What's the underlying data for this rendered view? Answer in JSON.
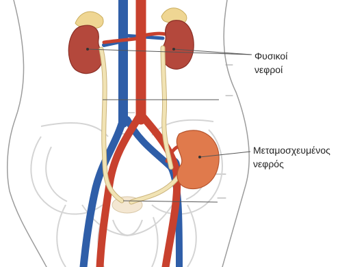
{
  "labels": {
    "native_kidneys": [
      "Φυσικοί",
      "νεφροί"
    ],
    "transplanted_kidney": [
      "Μεταμοσχευμένος",
      "νεφρός"
    ]
  },
  "colors": {
    "kidney": "#b4483c",
    "transplanted_kidney": "#e07a4c",
    "artery": "#c8412e",
    "vein": "#2f5ea8",
    "ureter": "#f1e3b4",
    "adrenal_gland": "#efd693",
    "body_outline": "#9c9c9c",
    "skeleton": "#d4d4d4",
    "bladder": "#f4e7d2"
  }
}
